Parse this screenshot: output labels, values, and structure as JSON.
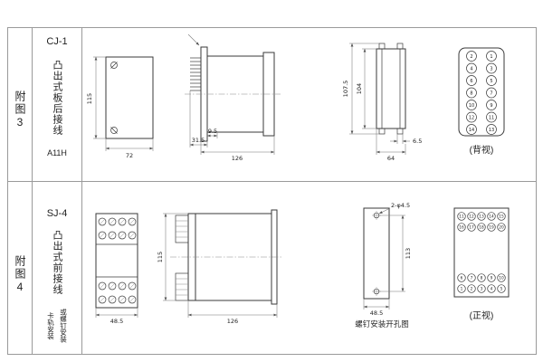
{
  "table": {
    "rows": [
      {
        "fig_label": "附图3",
        "model": "CJ-1",
        "type_label": "凸出式板后接线",
        "code": "A11H",
        "front_view": {
          "height_dim": "115",
          "width_dim": "72"
        },
        "side_view": {
          "pin_dim": "31.5",
          "gap_dim": "9.5",
          "length_dim": "126"
        },
        "panel_view": {
          "outer_dim": "107.5",
          "inner_dim": "104",
          "small_dim": "6.5",
          "width_dim": "64"
        },
        "terminal_view": {
          "label": "(背视)",
          "left_col": [
            "2",
            "4",
            "6",
            "8",
            "10",
            "12",
            "14"
          ],
          "right_col": [
            "1",
            "3",
            "5",
            "7",
            "9",
            "11",
            "13"
          ]
        }
      },
      {
        "fig_label": "附图4",
        "model": "SJ-4",
        "type_label": "凸出式前接线",
        "mount_label_1": "卡轨安装",
        "mount_label_2": "或螺钉安装",
        "front_view": {
          "width_dim": "48.5"
        },
        "side_view": {
          "height_dim": "115",
          "length_dim": "126"
        },
        "hole_view": {
          "callout": "2-φ4.5",
          "height_dim": "113",
          "width_dim": "48.5",
          "caption": "螺钉安装开孔图"
        },
        "terminal_view": {
          "label": "(正视)",
          "rows": [
            [
              "11",
              "12",
              "13",
              "14",
              "15"
            ],
            [
              "16",
              "17",
              "18",
              "19",
              "20"
            ],
            [
              "6",
              "7",
              "8",
              "9",
              "10"
            ],
            [
              "1",
              "2",
              "3",
              "4",
              "5"
            ]
          ]
        }
      }
    ]
  }
}
